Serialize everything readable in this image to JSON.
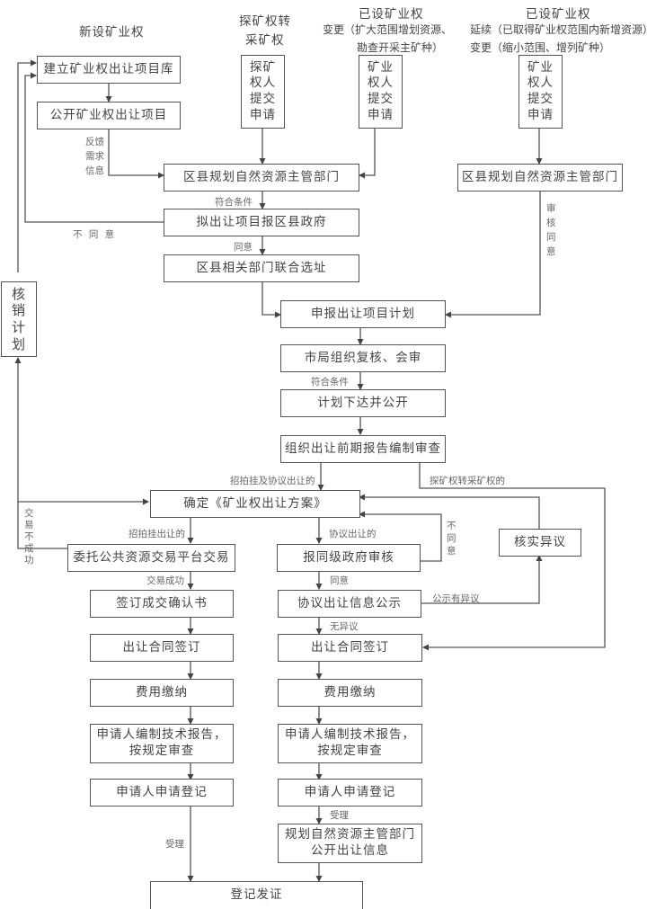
{
  "headers": {
    "new_right": "新设矿业权",
    "exploration_to_mining_l1": "探矿权转",
    "exploration_to_mining_l2": "采矿权",
    "existing_a_title": "已设矿业权",
    "existing_a_l1": "变更（扩大范围增划资源、",
    "existing_a_l2": "勘查开采主矿种）",
    "existing_b_title": "已设矿业权",
    "existing_b_l1": "延续（已取得矿业权范围内新增资源）",
    "existing_b_l2": "变更（缩小范围、增列矿种）"
  },
  "boxes": {
    "build_library": "建立矿业权出让项目库",
    "publish_projects": "公开矿业权出让项目",
    "explorer_submit": [
      "探矿",
      "权人",
      "提交",
      "申请"
    ],
    "holder_submit_a": [
      "矿业",
      "权人",
      "提交",
      "申请"
    ],
    "holder_submit_b": [
      "矿业",
      "权人",
      "提交",
      "申请"
    ],
    "county_dept_a": "区县规划自然资源主管部门",
    "county_dept_b": "区县规划自然资源主管部门",
    "report_county_gov": "拟出让项目报区县政府",
    "joint_site_selection": "区县相关部门联合选址",
    "cancel_plan": [
      "核",
      "销",
      "计",
      "划"
    ],
    "declare_plan": "申报出让项目计划",
    "city_review": "市局组织复核、会审",
    "plan_issue": "计划下达并公开",
    "pre_report_review": "组织出让前期报告编制审查",
    "confirm_scheme": "确定《矿业权出让方案》",
    "entrust_trading": "委托公共资源交易平台交易",
    "report_gov_review": "报同级政府审核",
    "verify_objection": "核实异议",
    "sign_confirmation": "签订成交确认书",
    "agreement_publicity": "协议出让信息公示",
    "contract_left": "出让合同签订",
    "contract_right": "出让合同签订",
    "fee_left": "费用缴纳",
    "fee_right": "费用缴纳",
    "tech_report_left_l1": "申请人编制技术报告，",
    "tech_report_left_l2": "按规定审查",
    "tech_report_right_l1": "申请人编制技术报告，",
    "tech_report_right_l2": "按规定审查",
    "apply_reg_left": "申请人申请登记",
    "apply_reg_right": "申请人申请登记",
    "publish_info_l1": "规划自然资源主管部门",
    "publish_info_l2": "公开出让信息",
    "register_certificate": "登记发证"
  },
  "labels": {
    "feedback": [
      "反馈",
      "需求",
      "信息"
    ],
    "meets_conditions_1": "符合条件",
    "disagree_long": "不 同 意",
    "agree_1": "同意",
    "review_agree": [
      "审",
      "核",
      "同",
      "意"
    ],
    "meets_conditions_2": "符合条件",
    "bid_and_agreement": "招拍挂及协议出让的",
    "exploration_to_mining": "探矿权转采矿权的",
    "trade_failed": [
      "交",
      "易",
      "不",
      "成",
      "功"
    ],
    "bid_transfer": "招拍挂出让的",
    "agreement_transfer": "协议出让的",
    "disagree_short": [
      "不",
      "同",
      "意"
    ],
    "trade_success": "交易成功",
    "agree_2": "同意",
    "publicity_objection": "公示有异议",
    "no_objection": "无异议",
    "accepted_left": "受理",
    "accepted_right": "受理"
  }
}
